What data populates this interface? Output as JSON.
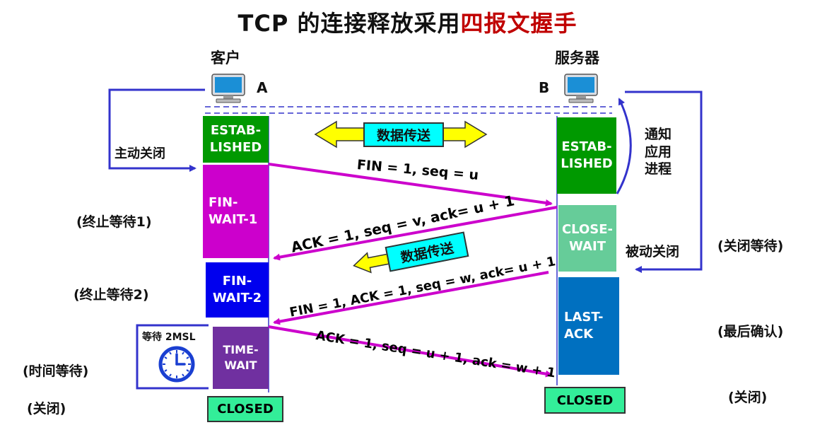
{
  "title": {
    "main": "TCP 的连接释放采用",
    "highlight": "四报文握手"
  },
  "client": {
    "label": "客户",
    "host": "A"
  },
  "server": {
    "label": "服务器",
    "host": "B"
  },
  "client_states": {
    "established": "ESTAB-\nLISHED",
    "fin_wait_1": "FIN-\nWAIT-1",
    "fin_wait_2": "FIN-\nWAIT-2",
    "time_wait": "TIME-\nWAIT",
    "closed": "CLOSED"
  },
  "server_states": {
    "established": "ESTAB-\nLISHED",
    "close_wait": "CLOSE-\nWAIT",
    "last_ack": "LAST-\nACK",
    "closed": "CLOSED"
  },
  "left_labels": {
    "active_close": "主动关闭",
    "fin_wait_1": "(终止等待1)",
    "fin_wait_2": "(终止等待2)",
    "time_wait": "(时间等待)",
    "closed": "(关闭)"
  },
  "right_labels": {
    "notify": "通知\n应用\n进程",
    "passive_close": "被动关闭",
    "close_wait": "(关闭等待)",
    "last_ack": "(最后确认)",
    "closed": "(关闭)"
  },
  "timer": {
    "label": "等待 2MSL"
  },
  "data_transfer": {
    "label1": "数据传送",
    "label2": "数据传送"
  },
  "messages": {
    "m1": "FIN = 1, seq = u",
    "m2": "ACK = 1, seq = v, ack= u + 1",
    "m3": "FIN = 1, ACK = 1, seq = w, ack= u + 1",
    "m4": "ACK = 1, seq = u + 1, ack = w + 1"
  },
  "colors": {
    "established": "#009900",
    "fin_wait_1": "#cc00cc",
    "fin_wait_2": "#0000ee",
    "time_wait": "#7030a0",
    "close_wait": "#66cc99",
    "last_ack": "#0070c0",
    "closed": "#33ee99",
    "arrow": "#cc00cc",
    "blue_line": "#3333cc",
    "title_highlight": "#c00000"
  },
  "icons": [
    "computer-monitor-icon",
    "clock-icon",
    "double-arrow-icon"
  ]
}
